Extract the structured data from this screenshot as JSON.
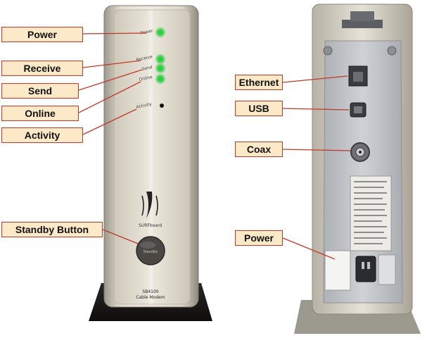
{
  "front_labels": {
    "power": "Power",
    "receive": "Receive",
    "send": "Send",
    "online": "Online",
    "activity": "Activity",
    "standby_button": "Standby Button"
  },
  "back_labels": {
    "ethernet": "Ethernet",
    "usb": "USB",
    "coax": "Coax",
    "power": "Power"
  },
  "front_device": {
    "led_texts": [
      "Power",
      "Receive",
      "Send",
      "Online",
      "Activity"
    ],
    "led_colors": [
      "#35d04a",
      "#35d04a",
      "#35d04a",
      "#35d04a",
      "#111111"
    ],
    "brand": "SURFboard",
    "button_text": "Standby",
    "model_line1": "SB4100",
    "model_line2": "Cable Modem"
  },
  "colors": {
    "callout_bg": "#fbe9c8",
    "callout_border": "#c0392b",
    "leader_line": "#c0392b",
    "device_body": "#d9d4c5",
    "back_panel": "#c9cbd0"
  }
}
